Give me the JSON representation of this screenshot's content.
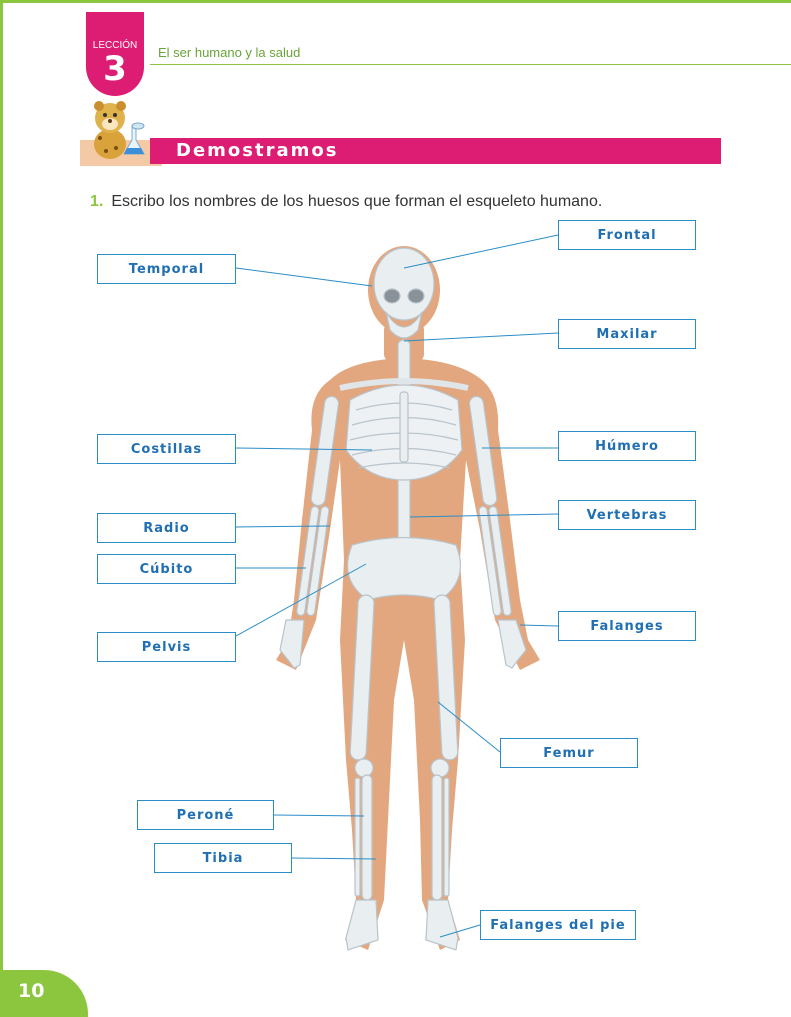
{
  "header": {
    "lesson_word": "LECCIÓN",
    "lesson_number": "3",
    "unit_title": "El ser humano y la salud"
  },
  "section": {
    "title": "Demostramos"
  },
  "question": {
    "number": "1.",
    "text": "Escribo los nombres de los huesos que forman el esqueleto humano."
  },
  "labels": {
    "temporal": "Temporal",
    "frontal": "Frontal",
    "maxilar": "Maxilar",
    "costillas": "Costillas",
    "humero": "Húmero",
    "radio": "Radio",
    "vertebras": "Vertebras",
    "cubito": "Cúbito",
    "falanges": "Falanges",
    "pelvis": "Pelvis",
    "femur": "Femur",
    "perone": "Peroné",
    "tibia": "Tibia",
    "falanges_pie": "Falanges del pie"
  },
  "footer": {
    "page_number": "10"
  },
  "colors": {
    "accent_green": "#8cc63f",
    "accent_magenta": "#dd1c74",
    "label_blue": "#2b8dc7",
    "skin": "#e2a77e",
    "bone": "#e9eef1"
  }
}
